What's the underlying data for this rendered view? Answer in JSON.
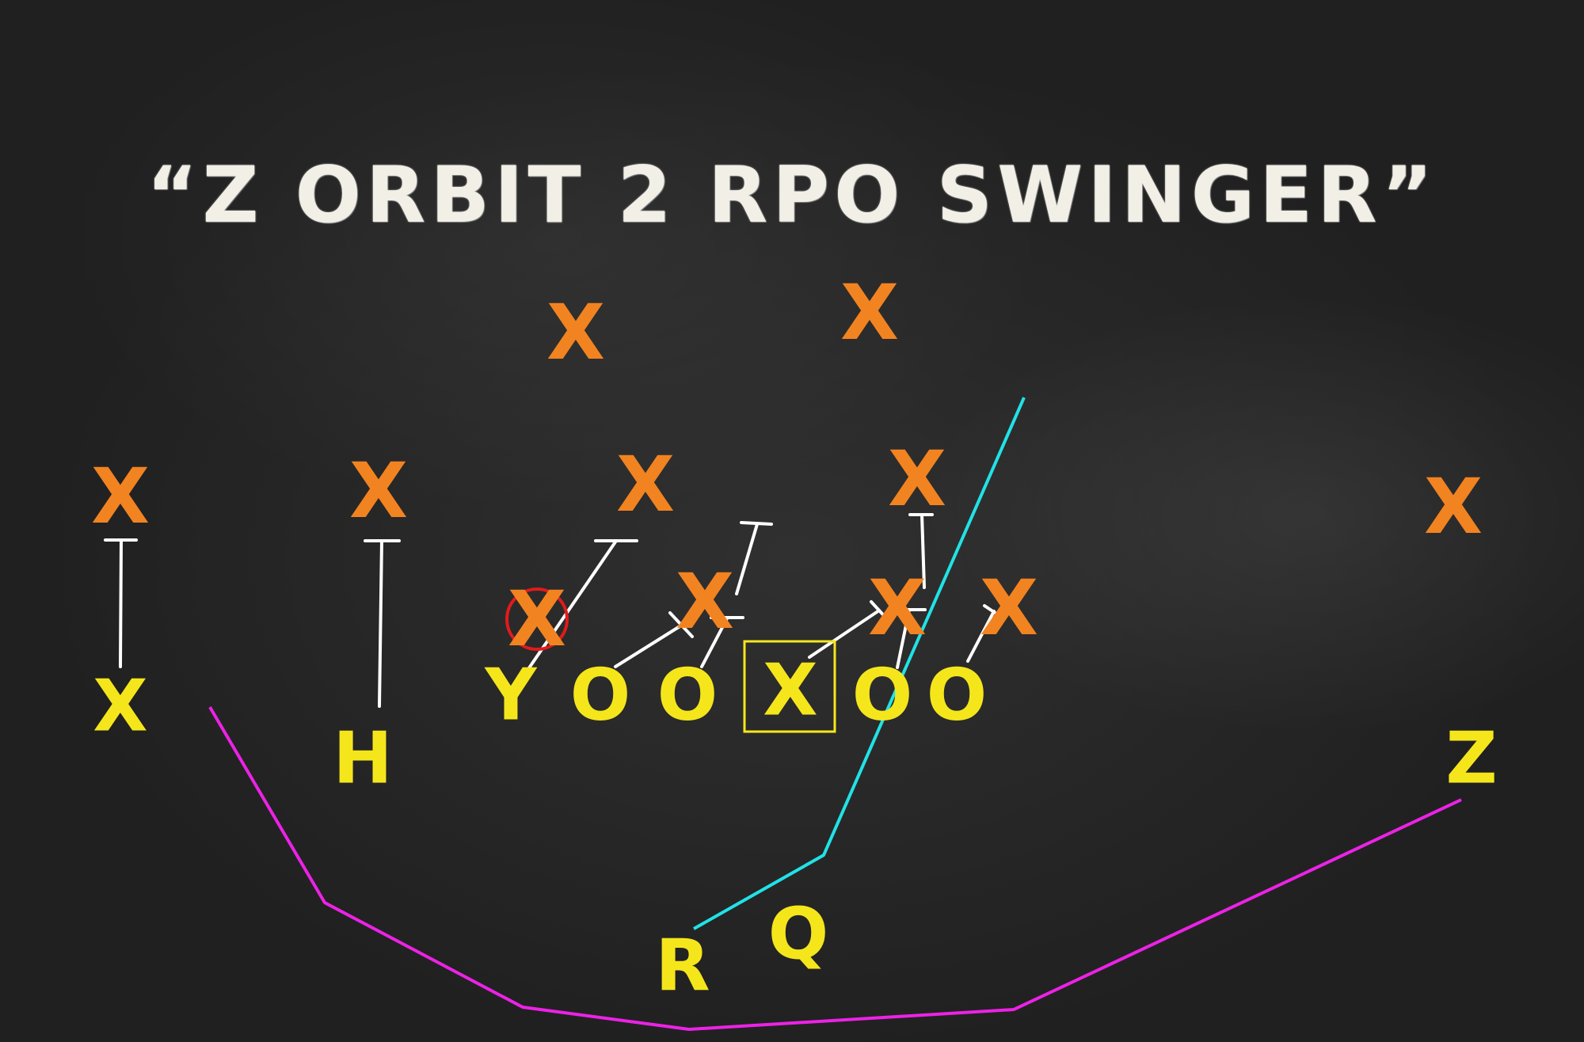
{
  "title": "“Z ORBIT 2 RPO SWINGER”",
  "colors": {
    "background": "#262626",
    "title": "#f1efe6",
    "defense": "#f28321",
    "offense": "#f5e61c",
    "blocks": "#ffffff",
    "qb_route": "#21e2e6",
    "swing_route": "#ec22e6",
    "highlight_circle": "#e11b1b",
    "center_box": "#f5e61c"
  },
  "defense": [
    "X",
    "X",
    "X",
    "X",
    "X",
    "X",
    "X",
    "X",
    "X",
    "X",
    "X"
  ],
  "offense": [
    "X",
    "H",
    "Y",
    "O",
    "O",
    "X",
    "O",
    "O",
    "R",
    "Q",
    "Z"
  ]
}
